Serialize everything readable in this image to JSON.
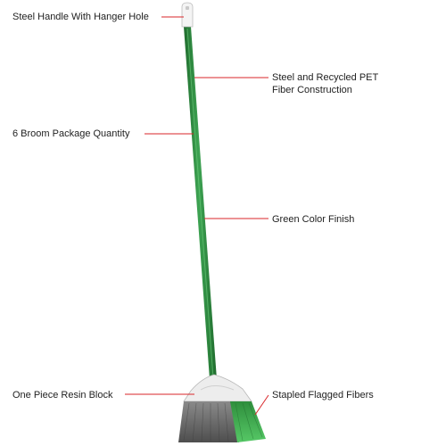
{
  "callouts": {
    "handle": "Steel Handle With Hanger Hole",
    "fiber_line1": "Steel and Recycled PET",
    "fiber_line2": "Fiber Construction",
    "quantity": "6 Broom Package Quantity",
    "finish": "Green Color Finish",
    "resin": "One Piece Resin Block",
    "stapled": "Stapled Flagged Fibers"
  },
  "colors": {
    "callout_line": "#d9262a",
    "handle_green": "#2e8b3e",
    "handle_dark": "#1f6b2d",
    "cap_white": "#f2f2f2",
    "block_white": "#eeeeee",
    "bristle_gray": "#6b6b6b",
    "bristle_green": "#3aa84a"
  }
}
